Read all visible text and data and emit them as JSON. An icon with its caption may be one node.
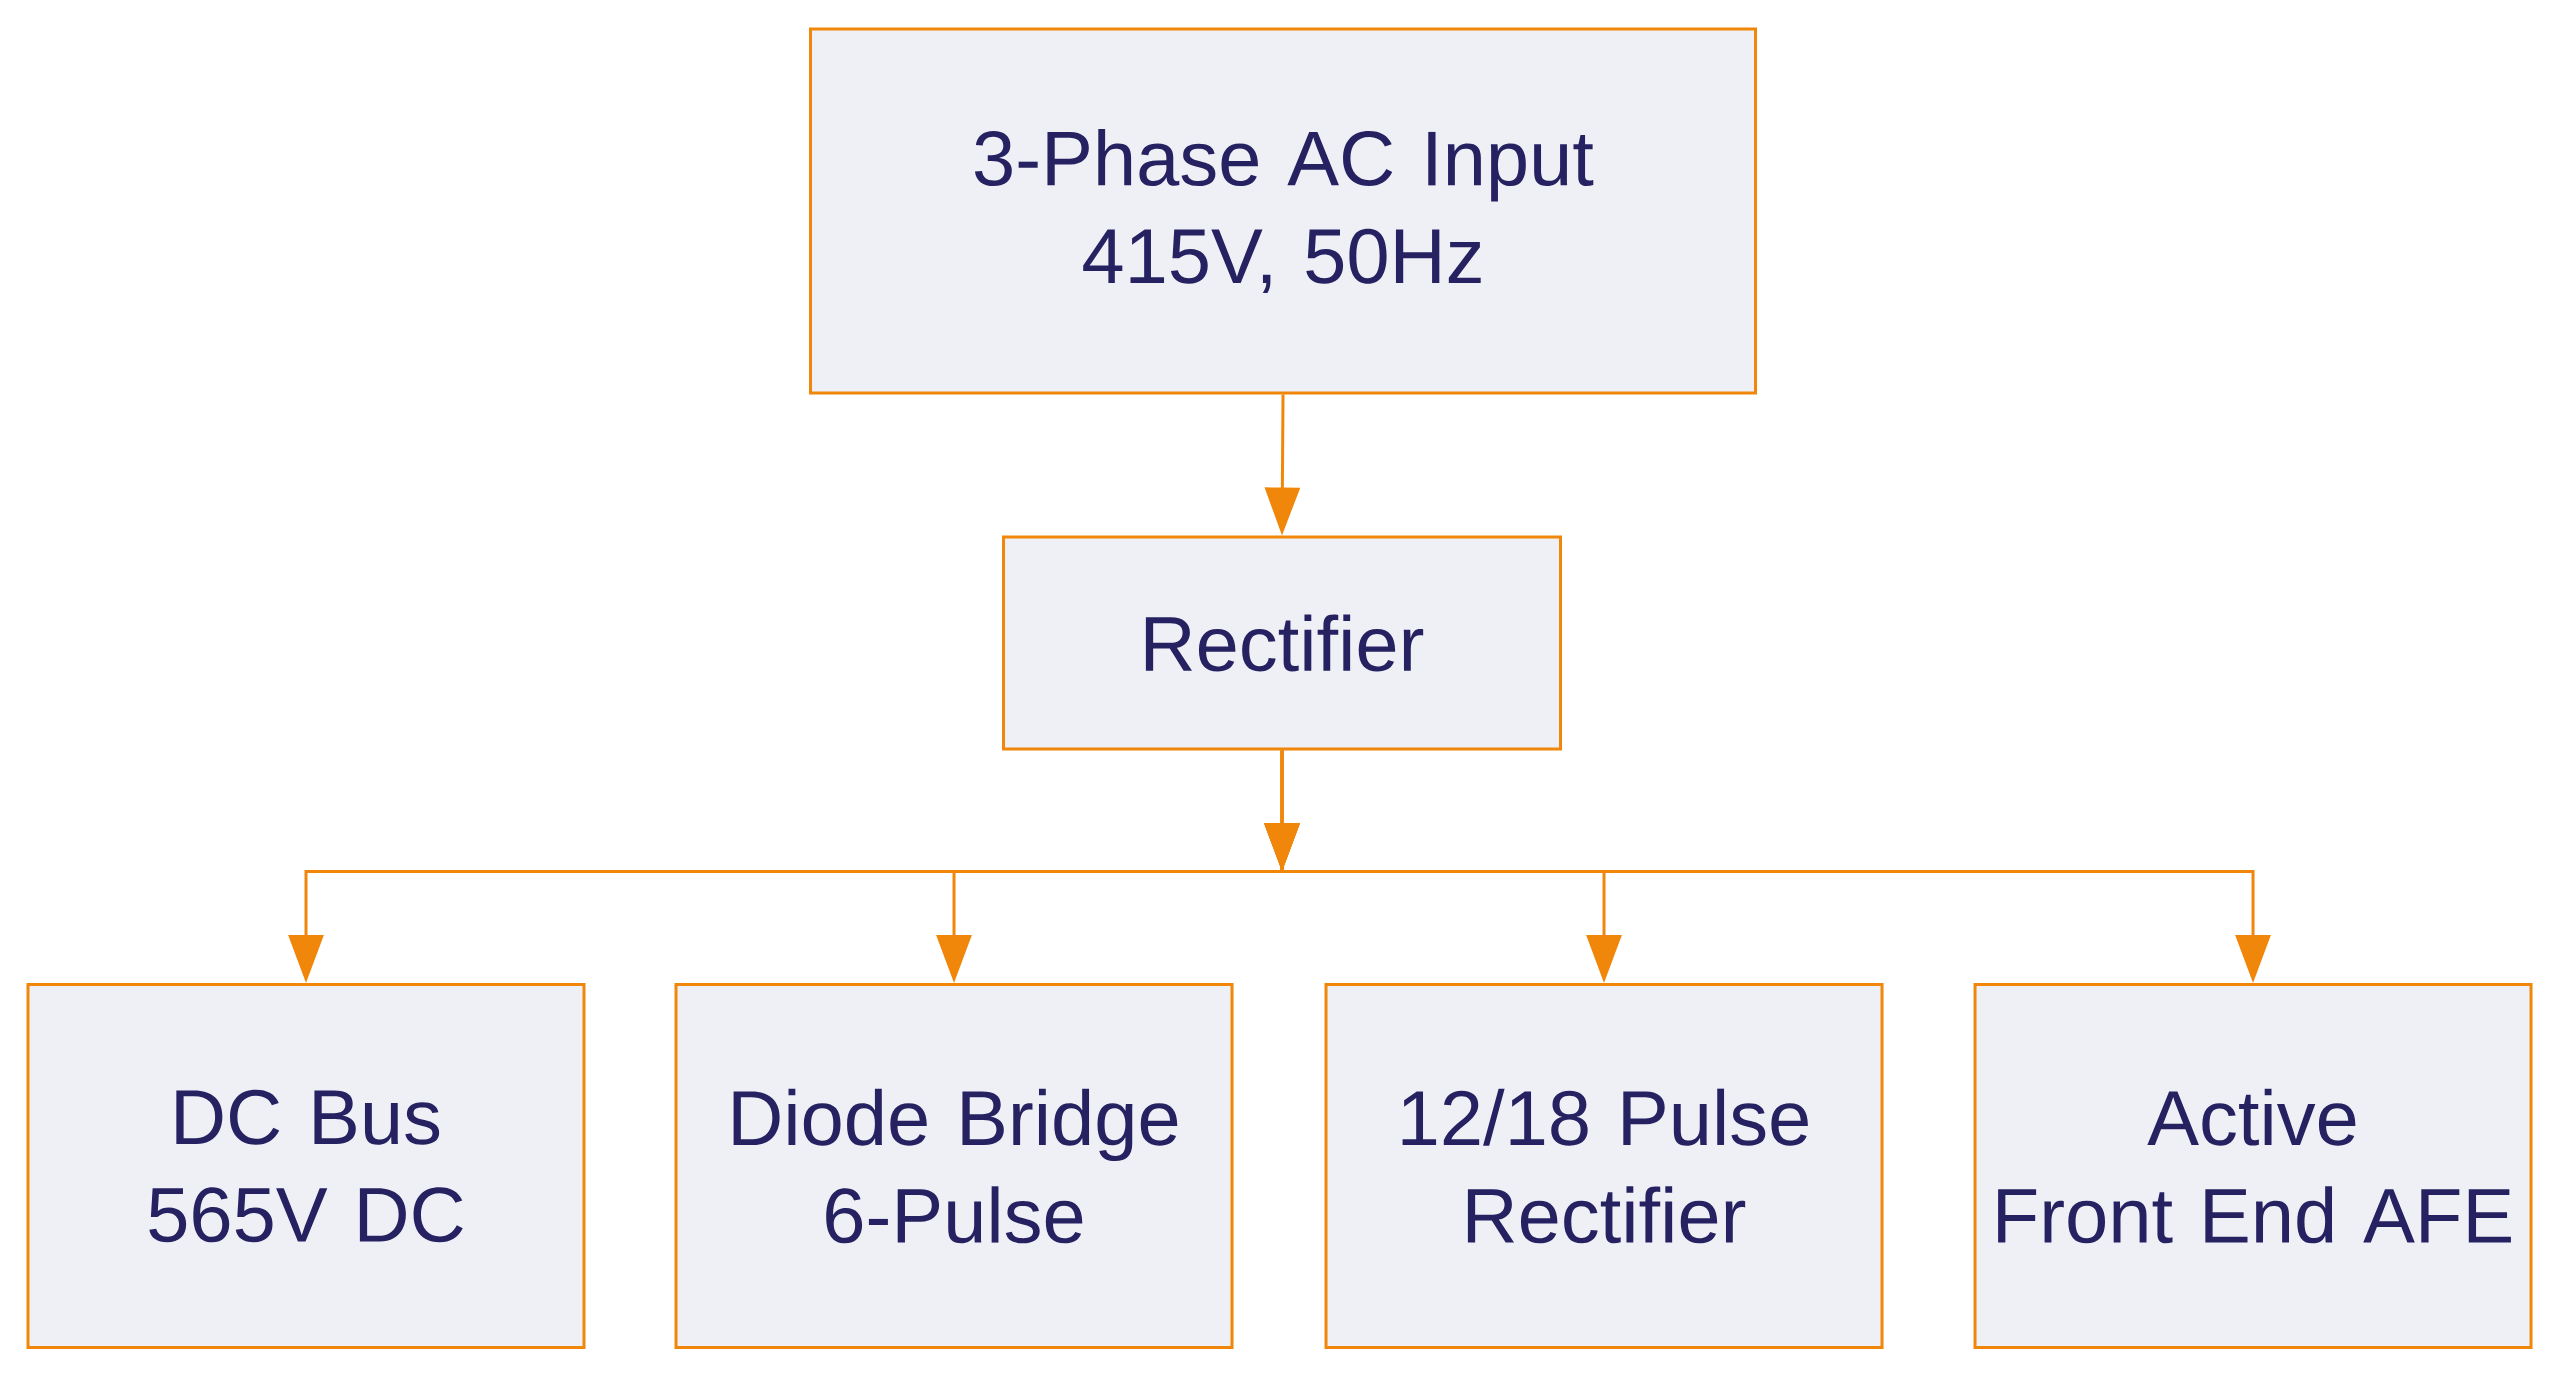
{
  "diagram": {
    "nodes": [
      {
        "text": [
          "3-Phase AC Input",
          "415V, 50Hz"
        ]
      },
      {
        "text": [
          "Rectifier"
        ]
      },
      {
        "text": [
          "DC Bus",
          "565V DC"
        ]
      },
      {
        "text": [
          "Diode Bridge",
          "6-Pulse"
        ]
      },
      {
        "text": [
          "12/18 Pulse Rectifier"
        ]
      },
      {
        "text": [
          "Active",
          "Front End AFE"
        ]
      }
    ],
    "edges": [
      {
        "from": 0,
        "to": 1,
        "arrow": "to"
      },
      {
        "from": 1,
        "to": 2,
        "arrow": "to"
      },
      {
        "from": 1,
        "to": 3,
        "arrow": "to"
      },
      {
        "from": 1,
        "to": 4,
        "arrow": "to"
      },
      {
        "from": 1,
        "to": 5,
        "arrow": "to"
      }
    ]
  }
}
